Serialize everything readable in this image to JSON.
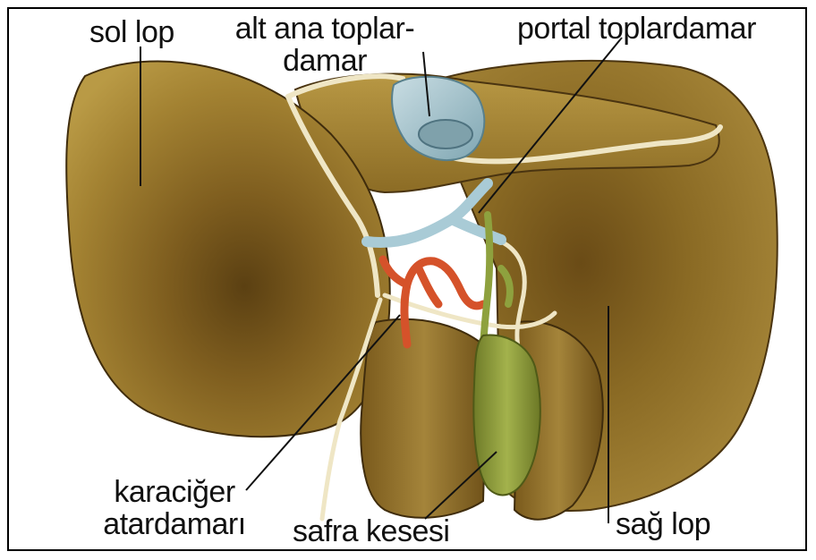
{
  "figure": {
    "labels": {
      "left_lobe": "sol lop",
      "inferior_vena_cava_line1": "alt ana toplar-",
      "inferior_vena_cava_line2": "damar",
      "portal_vein": "portal toplardamar",
      "hepatic_artery_line1": "karaciğer",
      "hepatic_artery_line2": "atardamarı",
      "gallbladder": "safra kesesi",
      "right_lobe": "sağ lop"
    },
    "colors": {
      "liver": "#9c7a2c",
      "liver_shadow": "#5e4414",
      "vein_blue": "#9fc3cf",
      "artery_red": "#d5522a",
      "gallbladder_green": "#8e9d3a",
      "ligament_cream": "#efe6c5",
      "frame": "#000000"
    }
  }
}
